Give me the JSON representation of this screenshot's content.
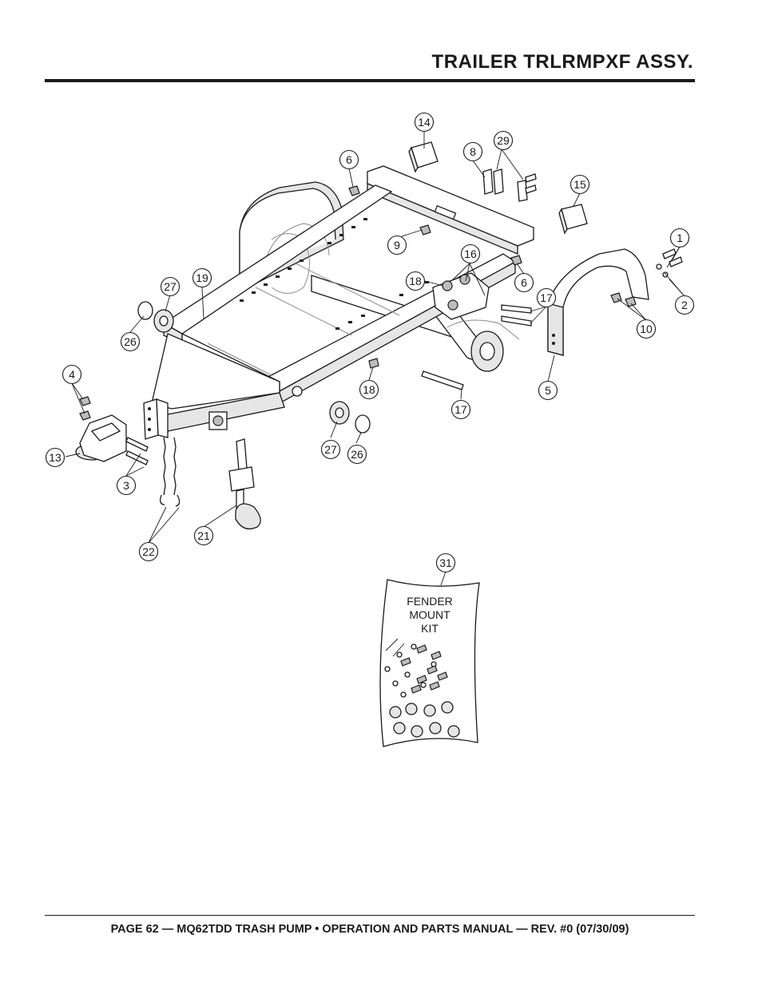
{
  "page": {
    "title": "TRAILER TRLRMPXF ASSY.",
    "footer": "PAGE 62 — MQ62TDD TRASH PUMP • OPERATION AND PARTS MANUAL — REV. #0 (07/30/09)"
  },
  "callouts": [
    {
      "label": "14"
    },
    {
      "label": "8"
    },
    {
      "label": "29"
    },
    {
      "label": "6"
    },
    {
      "label": "15"
    },
    {
      "label": "9"
    },
    {
      "label": "16"
    },
    {
      "label": "1"
    },
    {
      "label": "18"
    },
    {
      "label": "6"
    },
    {
      "label": "19"
    },
    {
      "label": "27"
    },
    {
      "label": "17"
    },
    {
      "label": "2"
    },
    {
      "label": "10"
    },
    {
      "label": "26"
    },
    {
      "label": "4"
    },
    {
      "label": "18"
    },
    {
      "label": "5"
    },
    {
      "label": "17"
    },
    {
      "label": "13"
    },
    {
      "label": "27"
    },
    {
      "label": "26"
    },
    {
      "label": "3"
    },
    {
      "label": "21"
    },
    {
      "label": "22"
    },
    {
      "label": "31"
    }
  ],
  "kit": {
    "line1": "FENDER",
    "line2": "MOUNT",
    "line3": "KIT"
  }
}
